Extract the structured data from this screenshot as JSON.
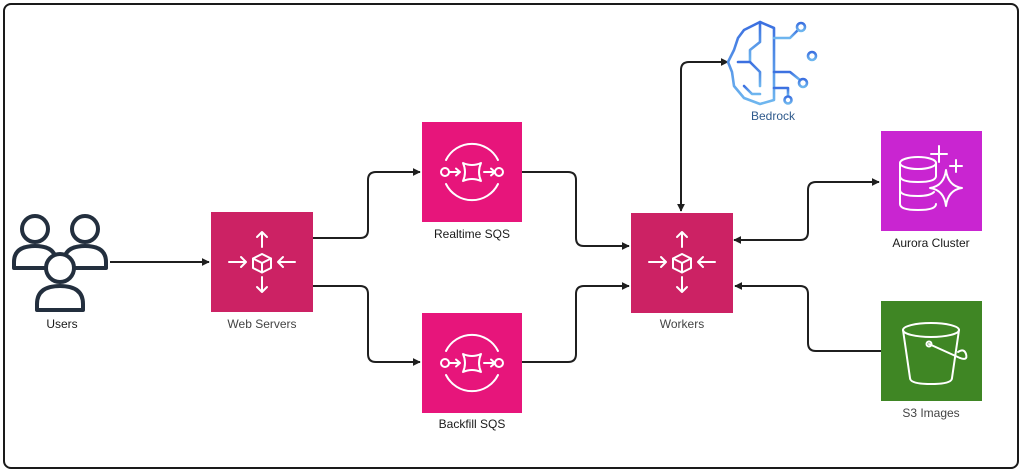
{
  "nodes": {
    "users": {
      "label": "Users"
    },
    "web_servers": {
      "label": "Web Servers",
      "color": "#CC2264"
    },
    "realtime_sqs": {
      "label": "Realtime SQS",
      "color": "#E7157B"
    },
    "backfill_sqs": {
      "label": "Backfill SQS",
      "color": "#E7157B"
    },
    "workers": {
      "label": "Workers",
      "color": "#CC2264"
    },
    "bedrock": {
      "label": "Bedrock",
      "color": "#4A7FE0"
    },
    "aurora_cluster": {
      "label": "Aurora Cluster",
      "color": "#C925D1"
    },
    "s3_images": {
      "label": "S3 Images",
      "color": "#3F8624"
    }
  },
  "icons": {
    "users": "users-icon",
    "web_servers": "elastic-compute-icon",
    "realtime_sqs": "sqs-queue-icon",
    "backfill_sqs": "sqs-queue-icon",
    "workers": "elastic-compute-icon",
    "bedrock": "brain-circuit-icon",
    "aurora_cluster": "aurora-database-icon",
    "s3_images": "s3-bucket-icon"
  },
  "edges": [
    {
      "from": "users",
      "to": "web_servers"
    },
    {
      "from": "web_servers",
      "to": "realtime_sqs"
    },
    {
      "from": "web_servers",
      "to": "backfill_sqs"
    },
    {
      "from": "realtime_sqs",
      "to": "workers"
    },
    {
      "from": "backfill_sqs",
      "to": "workers"
    },
    {
      "from": "workers",
      "to": "bedrock",
      "bidirectional": true
    },
    {
      "from": "workers",
      "to": "aurora_cluster",
      "bidirectional": true
    },
    {
      "from": "s3_images",
      "to": "workers"
    }
  ],
  "colors": {
    "edge": "#1f1f1f",
    "border": "#1a1a1a"
  }
}
